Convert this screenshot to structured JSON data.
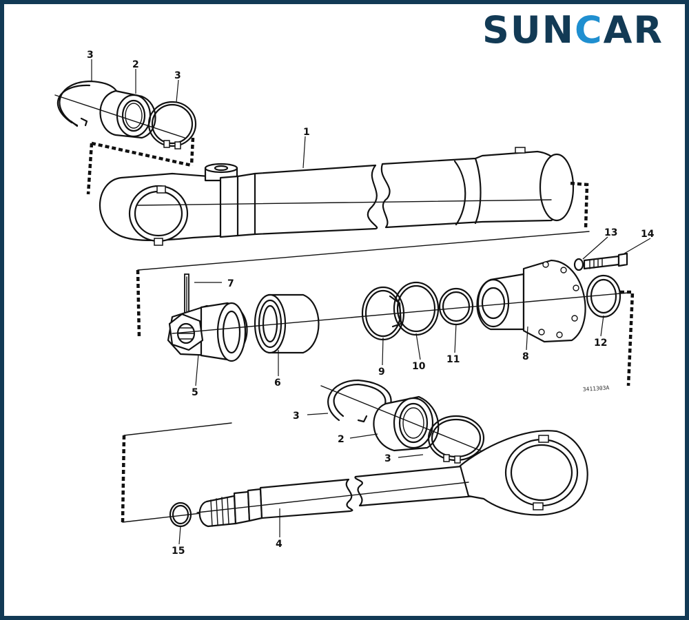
{
  "brand": {
    "name_part1": "SUN",
    "name_accent": "C",
    "name_part2": "AR",
    "color_primary": "#123a55",
    "color_accent": "#1f8fd0"
  },
  "diagram": {
    "part_labels": {
      "p1": "1",
      "p2_top": "2",
      "p2_mid": "2",
      "p3_top_left": "3",
      "p3_top_right": "3",
      "p3_mid_upper": "3",
      "p3_mid_lower": "3",
      "p4": "4",
      "p5": "5",
      "p6": "6",
      "p7": "7",
      "p8": "8",
      "p9": "9",
      "p10": "10",
      "p11": "11",
      "p12": "12",
      "p13": "13",
      "p14": "14",
      "p15": "15"
    },
    "drawing_ref": "3411303A"
  }
}
